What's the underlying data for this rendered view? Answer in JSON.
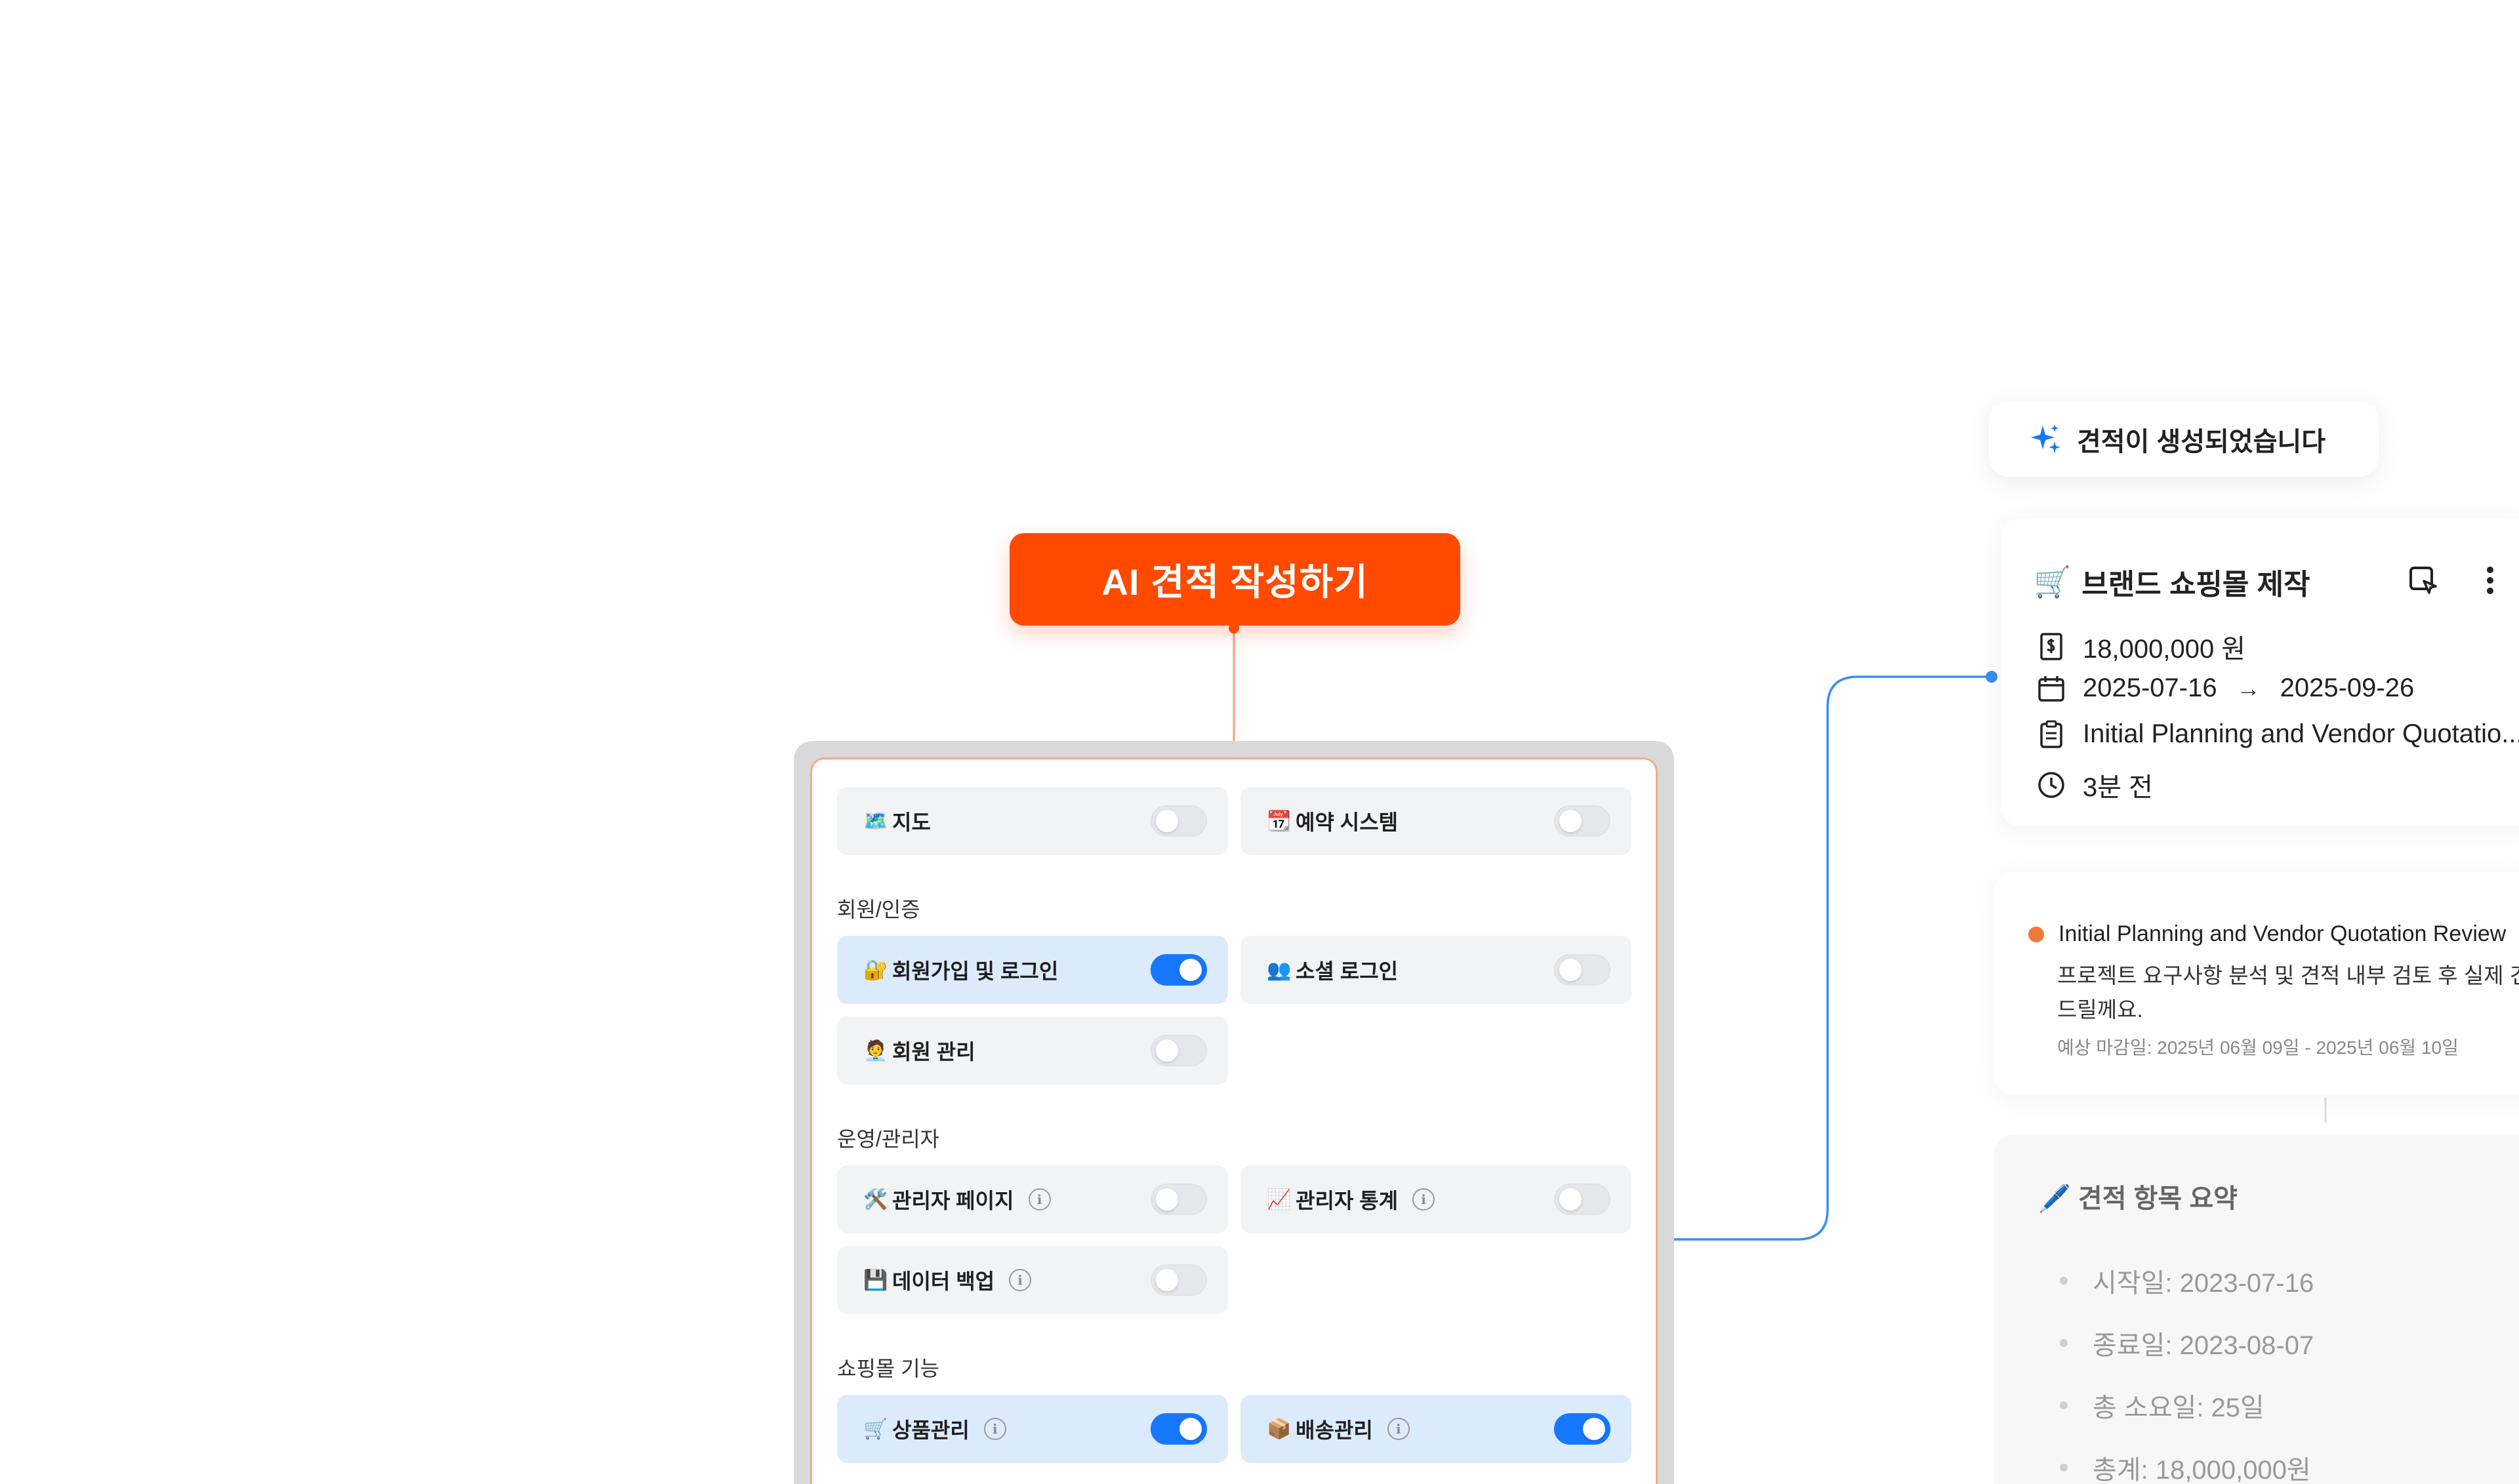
{
  "ai_button": {
    "label": "AI 견적 작성하기"
  },
  "colors": {
    "accent": "#ff4a00",
    "toggle_on": "#1677ff",
    "connector": "#3b8ef0"
  },
  "features": {
    "rows_top": [
      {
        "emoji": "🗺️",
        "label": "지도",
        "on": false,
        "info": false
      },
      {
        "emoji": "📆",
        "label": "예약 시스템",
        "on": false,
        "info": false
      }
    ],
    "sections": [
      {
        "title": "회원/인증",
        "items": [
          {
            "emoji": "🔐",
            "label": "회원가입 및 로그인",
            "on": true,
            "info": false
          },
          {
            "emoji": "👥",
            "label": "소셜 로그인",
            "on": false,
            "info": false
          },
          {
            "emoji": "🧑‍💼",
            "label": "회원 관리",
            "on": false,
            "info": false
          }
        ]
      },
      {
        "title": "운영/관리자",
        "items": [
          {
            "emoji": "🛠️",
            "label": "관리자 페이지",
            "on": false,
            "info": true
          },
          {
            "emoji": "📈",
            "label": "관리자 통계",
            "on": false,
            "info": true
          },
          {
            "emoji": "💾",
            "label": "데이터 백업",
            "on": false,
            "info": true
          }
        ]
      },
      {
        "title": "쇼핑몰 기능",
        "items": [
          {
            "emoji": "🛒",
            "label": "상품관리",
            "on": true,
            "info": true
          },
          {
            "emoji": "📦",
            "label": "배송관리",
            "on": true,
            "info": true
          }
        ]
      }
    ]
  },
  "toast": {
    "text": "견적이 생성되었습니다",
    "icon": "sparkle-icon"
  },
  "quote_card": {
    "emoji": "🛒",
    "title": "브랜드 쇼핑몰 제작",
    "price": "18,000,000 원",
    "start_date": "2025-07-16",
    "arrow": "→",
    "end_date": "2025-09-26",
    "stage": "Initial Planning and Vendor Quotatio...",
    "time_ago": "3분 전"
  },
  "review": {
    "title": "Initial Planning and Vendor Quotation Review",
    "desc_line1": "프로젝트 요구사항 분석 및 견적 내부 검토 후 실제 견",
    "desc_line2": "드릴께요.",
    "due": "예상 마감일: 2025년 06월 09일 - 2025년 06월 10일"
  },
  "summary": {
    "title": "🖊️ 견적 항목 요약",
    "items": [
      "시작일: 2023-07-16",
      "종료일: 2023-08-07",
      "총 소요일: 25일",
      "총계: 18,000,000원"
    ]
  }
}
